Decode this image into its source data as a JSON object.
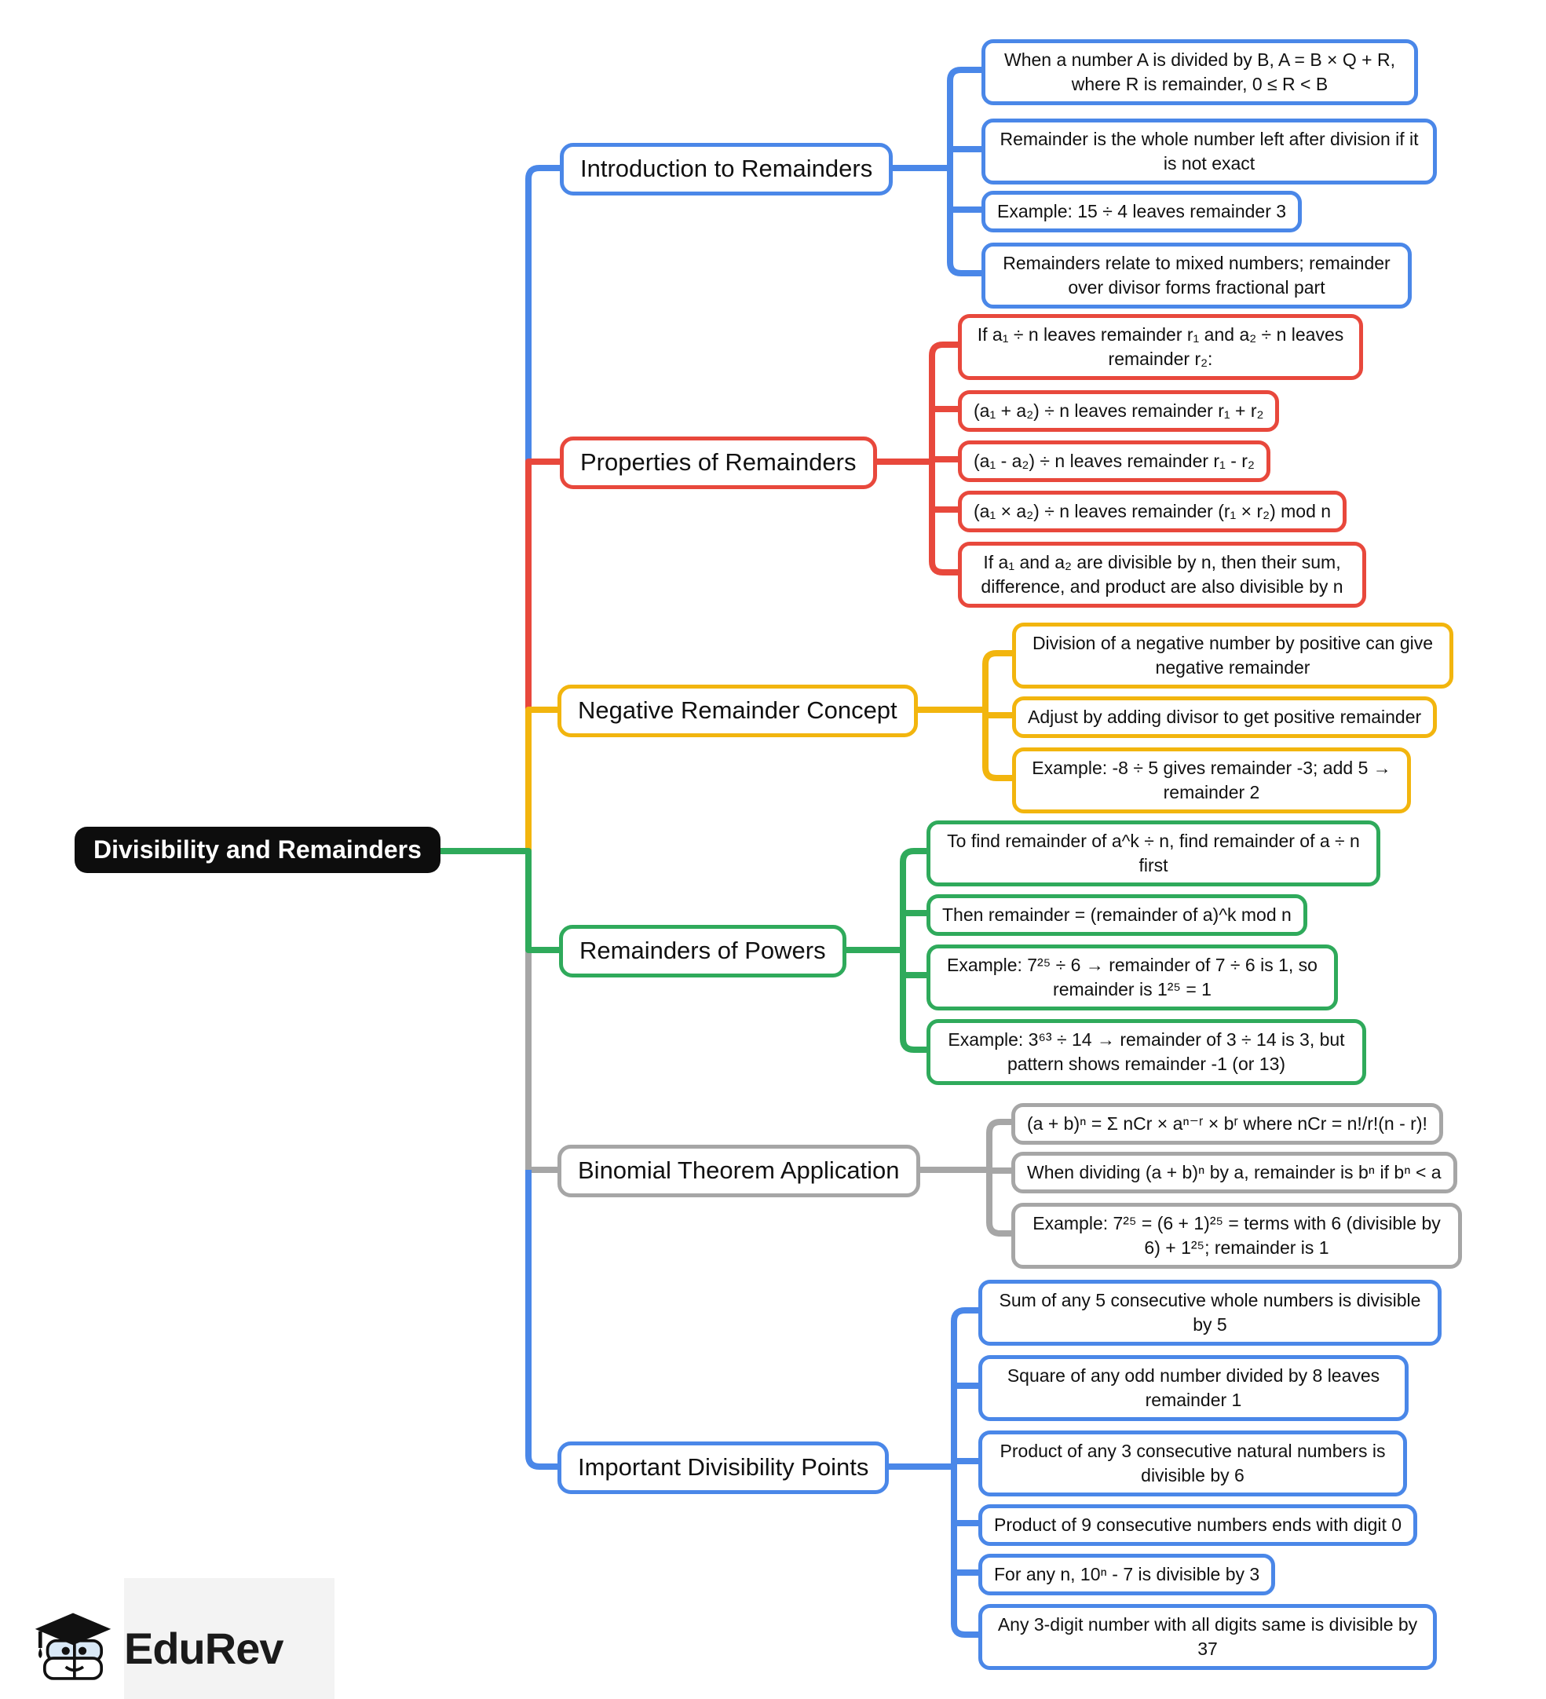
{
  "root": {
    "text": "Divisibility and Remainders"
  },
  "branches": [
    {
      "label": "Introduction to Remainders",
      "color": "#4a87e8",
      "children": [
        {
          "text": "When a number A is divided by B, A = B × Q + R, where R is remainder, 0 ≤ R < B"
        },
        {
          "text": "Remainder is the whole number left after division if it is not exact"
        },
        {
          "text": "Example: 15 ÷ 4 leaves remainder 3"
        },
        {
          "text": "Remainders relate to mixed numbers; remainder over divisor forms fractional part"
        }
      ]
    },
    {
      "label": "Properties of Remainders",
      "color": "#e8483c",
      "children": [
        {
          "text": "If a₁ ÷ n leaves remainder r₁ and a₂ ÷ n leaves remainder r₂:"
        },
        {
          "text": "(a₁ + a₂) ÷ n leaves remainder r₁ + r₂"
        },
        {
          "text": "(a₁ - a₂) ÷ n leaves remainder r₁ - r₂"
        },
        {
          "text": "(a₁ × a₂) ÷ n leaves remainder (r₁ × r₂) mod n"
        },
        {
          "text": "If a₁ and a₂ are divisible by n, then their sum, difference, and product are also divisible by n"
        }
      ]
    },
    {
      "label": "Negative Remainder Concept",
      "color": "#f2b50e",
      "children": [
        {
          "text": "Division of a negative number by positive can give negative remainder"
        },
        {
          "text": "Adjust by adding divisor to get positive remainder"
        },
        {
          "text": "Example: -8 ÷ 5 gives remainder -3; add 5 → remainder 2"
        }
      ]
    },
    {
      "label": "Remainders of Powers",
      "color": "#2faa5b",
      "children": [
        {
          "text": "To find remainder of a^k ÷ n, find remainder of a ÷ n first"
        },
        {
          "text": "Then remainder = (remainder of a)^k mod n"
        },
        {
          "text": "Example: 7²⁵ ÷ 6 → remainder of 7 ÷ 6 is 1, so remainder is 1²⁵ = 1"
        },
        {
          "text": "Example: 3⁶³ ÷ 14 → remainder of 3 ÷ 14 is 3, but pattern shows remainder -1 (or 13)"
        }
      ]
    },
    {
      "label": "Binomial Theorem Application",
      "color": "#a6a6a6",
      "children": [
        {
          "text": "(a + b)ⁿ = Σ nCr × aⁿ⁻ʳ × bʳ where nCr = n!/r!(n - r)!"
        },
        {
          "text": "When dividing (a + b)ⁿ by a, remainder is bⁿ if bⁿ < a"
        },
        {
          "text": "Example: 7²⁵ = (6 + 1)²⁵ = terms with 6 (divisible by 6) + 1²⁵; remainder is 1"
        }
      ]
    },
    {
      "label": "Important Divisibility Points",
      "color": "#4a87e8",
      "children": [
        {
          "text": "Sum of any 5 consecutive whole numbers is divisible by 5"
        },
        {
          "text": "Square of any odd number divided by 8 leaves remainder 1"
        },
        {
          "text": "Product of any 3 consecutive natural numbers is divisible by 6"
        },
        {
          "text": "Product of 9 consecutive numbers ends with digit 0"
        },
        {
          "text": "For any n, 10ⁿ - 7 is divisible by 3"
        },
        {
          "text": "Any 3-digit number with all digits same is divisible by 37"
        }
      ]
    }
  ],
  "logo": {
    "text": "EduRev"
  },
  "palette": {
    "blue": "#4a87e8",
    "red": "#e8483c",
    "yellow": "#f2b50e",
    "green": "#2faa5b",
    "gray": "#a6a6a6",
    "root_bg": "#0d0d0d",
    "root_text": "#ffffff",
    "text": "#111111",
    "background": "#ffffff"
  }
}
